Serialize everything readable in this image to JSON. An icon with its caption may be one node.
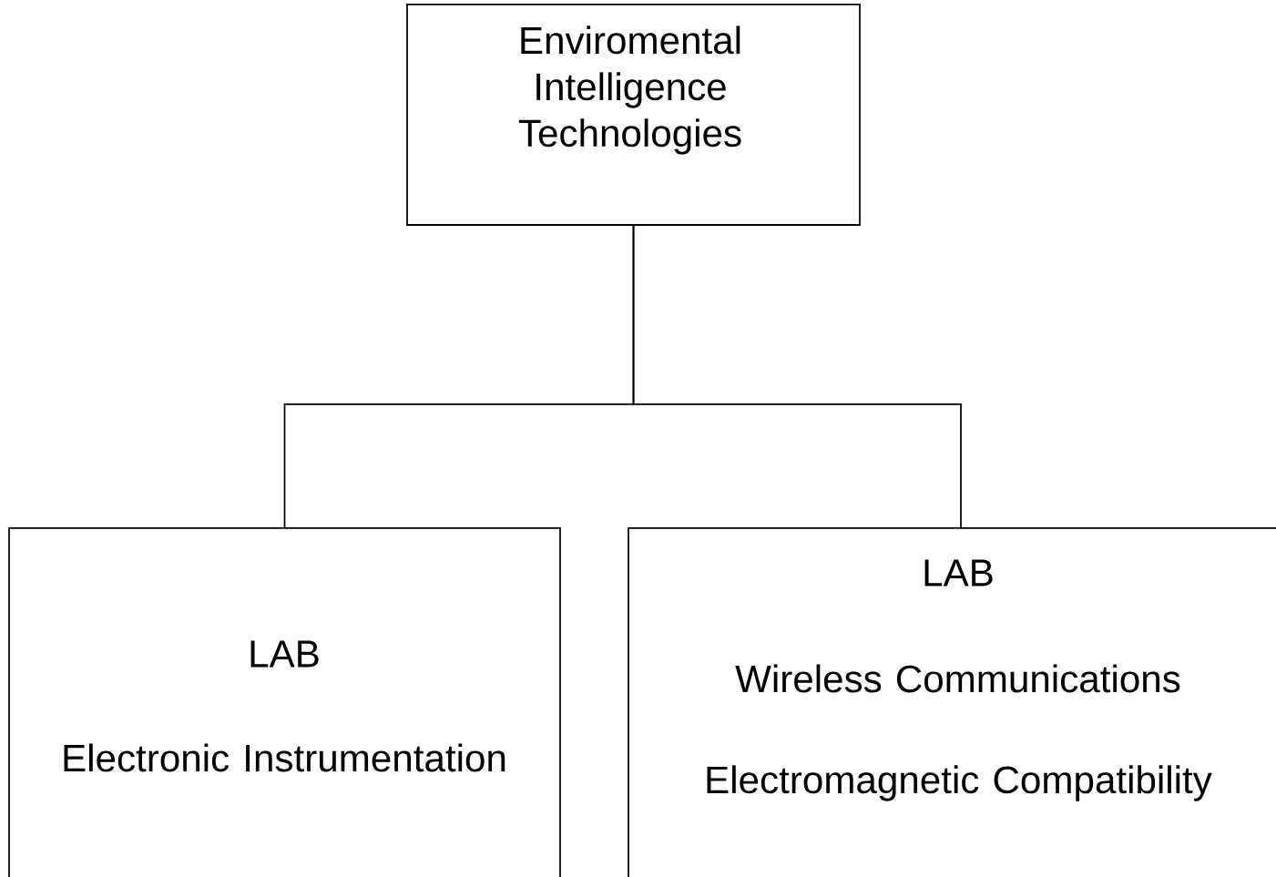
{
  "diagram": {
    "nodes": [
      {
        "text": [
          "Enviromental Intelligence Technologies"
        ]
      },
      {
        "text": [
          "LAB",
          "Electronic Instrumentation"
        ]
      },
      {
        "text": [
          "LAB",
          "Wireless Communications",
          "Electromagnetic Compatibility"
        ]
      }
    ],
    "edges": [
      {
        "from": 0,
        "to": 1,
        "arrow": "none"
      },
      {
        "from": 0,
        "to": 2,
        "arrow": "none"
      }
    ]
  }
}
